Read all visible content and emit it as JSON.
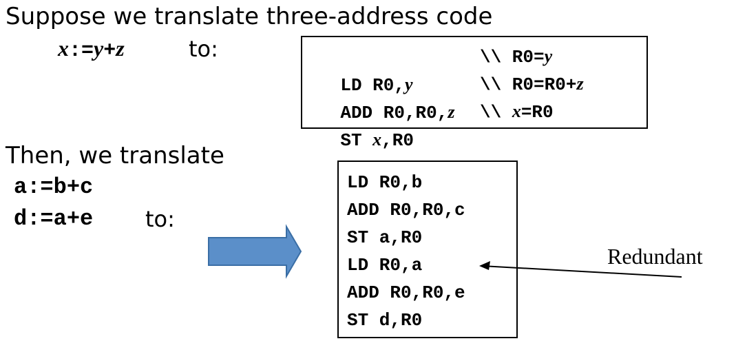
{
  "intro": {
    "heading": "Suppose we translate three-address code",
    "stmt_var": "x",
    "stmt_assign": ":=",
    "stmt_y": "y",
    "stmt_plus": "+",
    "stmt_z": "z",
    "to_label": "to:"
  },
  "box1": {
    "lines": [
      {
        "op": "LD R0,",
        "arg": "y",
        "comment_prefix": "\\\\ R0=",
        "comment_var": "y",
        "comment_suffix": ""
      },
      {
        "op": "ADD R0,R0,",
        "arg": "z",
        "comment_prefix": "\\\\ R0=R0+",
        "comment_var": "z",
        "comment_suffix": ""
      },
      {
        "op": "ST ",
        "arg": "x",
        "op_suffix": ",R0",
        "comment_prefix": "\\\\ ",
        "comment_var": "x",
        "comment_suffix": "=R0"
      }
    ]
  },
  "second": {
    "heading": "Then, we translate",
    "line1": "a:=b+c",
    "line2": "d:=a+e",
    "to_label": "to:"
  },
  "box2": {
    "lines": [
      "LD R0,b",
      "ADD R0,R0,c",
      "ST a,R0",
      "LD R0,a",
      "ADD R0,R0,e",
      "ST d,R0"
    ]
  },
  "annotation": {
    "label": "Redundant"
  },
  "colors": {
    "arrow_fill": "#5b8fc9",
    "arrow_stroke": "#3a6ea5"
  }
}
